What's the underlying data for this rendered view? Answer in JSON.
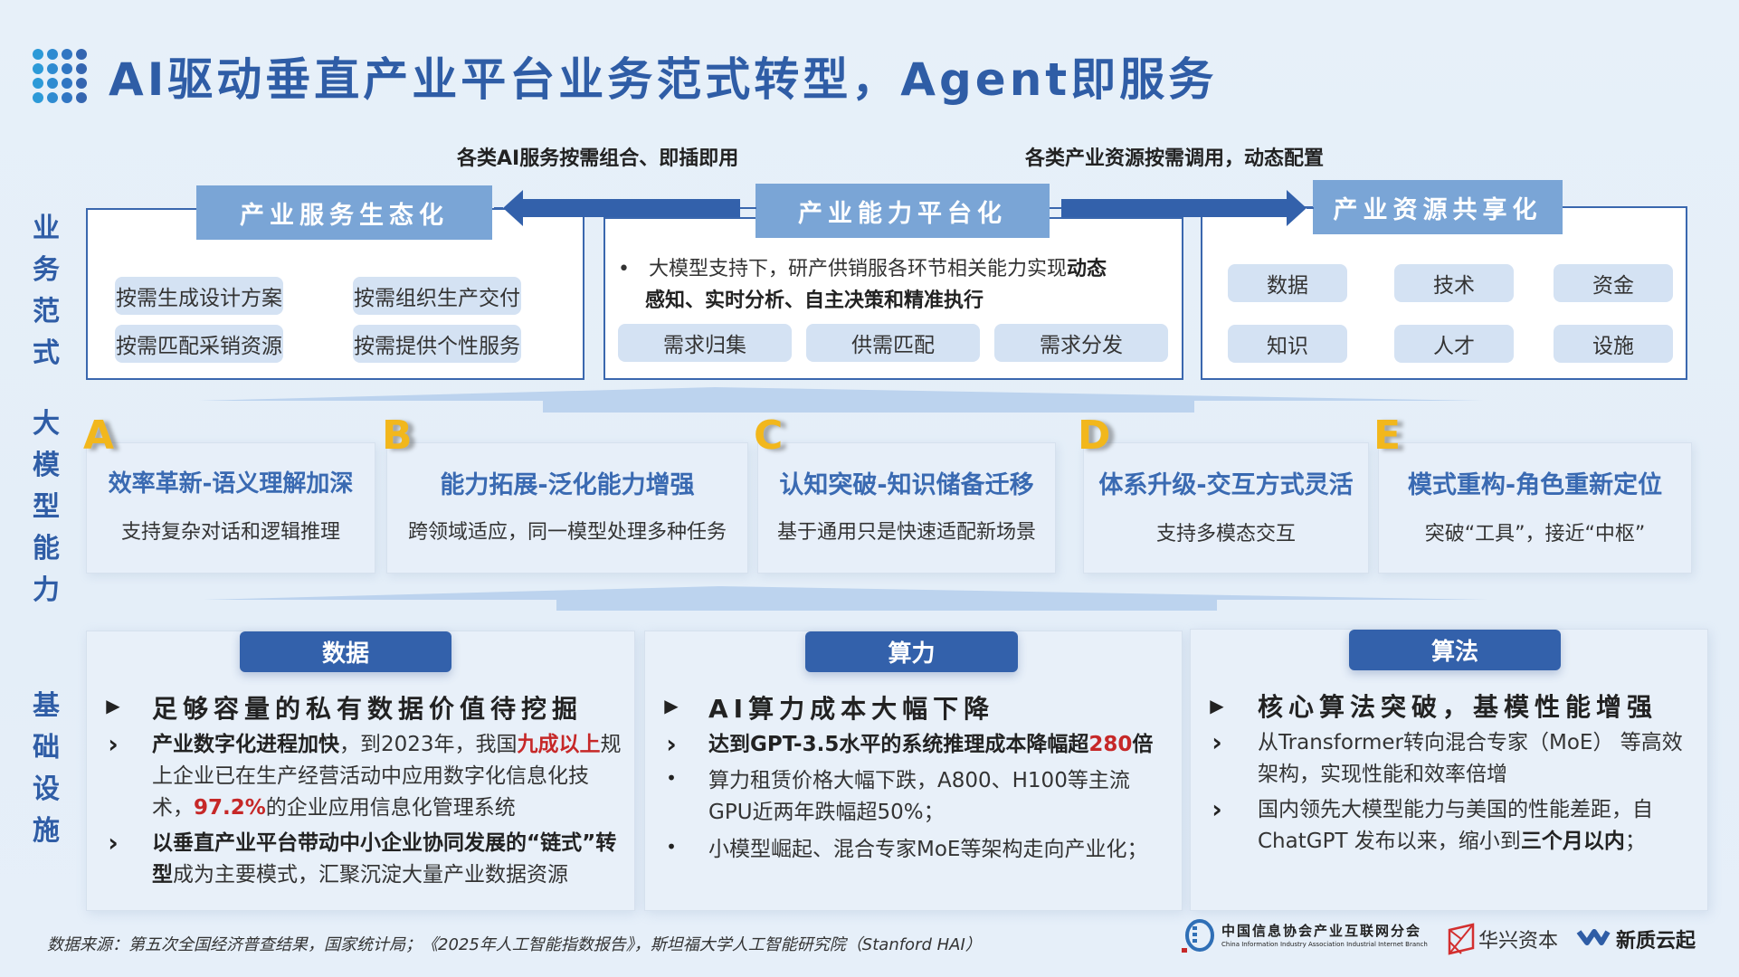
{
  "title": "AI驱动垂直产业平台业务范式转型，Agent即服务",
  "side_labels": {
    "business_model": [
      "业",
      "务",
      "范",
      "式"
    ],
    "model_capability": [
      "大",
      "模",
      "型",
      "能",
      "力"
    ],
    "infrastructure": [
      "基",
      "础",
      "设",
      "施"
    ]
  },
  "top_subtitles": {
    "left": "各类AI服务按需组合、即插即用",
    "right": "各类产业资源按需调用，动态配置"
  },
  "business_panels": {
    "service_ecology": {
      "header": "产业服务生态化",
      "chips": [
        "按需生成设计方案",
        "按需组织生产交付",
        "按需匹配采销资源",
        "按需提供个性服务"
      ]
    },
    "capability_platform": {
      "header": "产业能力平台化",
      "bullet_normal": "大模型支持下，研产供销服各环节相关能力实现",
      "bullet_bold_1": "动态",
      "bullet_bold_2": "感知、实时分析、自主决策和精准执行",
      "bullet_marker": "•",
      "chips": [
        "需求归集",
        "供需匹配",
        "需求分发"
      ]
    },
    "resource_sharing": {
      "header": "产业资源共享化",
      "chips": [
        "数据",
        "技术",
        "资金",
        "知识",
        "人才",
        "设施"
      ]
    }
  },
  "capabilities": [
    {
      "letter": "A",
      "title": "效率革新-语义理解加深",
      "desc": "支持复杂对话和逻辑推理"
    },
    {
      "letter": "B",
      "title": "能力拓展-泛化能力增强",
      "desc": "跨领域适应，同一模型处理多种任务"
    },
    {
      "letter": "C",
      "title": "认知突破-知识储备迁移",
      "desc": "基于通用只是快速适配新场景"
    },
    {
      "letter": "D",
      "title": "体系升级-交互方式灵活",
      "desc": "支持多模态交互"
    },
    {
      "letter": "E",
      "title": "模式重构-角色重新定位",
      "desc": "突破“工具”，接近“中枢”"
    }
  ],
  "infrastructure": {
    "data": {
      "header": "数据",
      "lead": "足够容量的私有数据价值待挖掘",
      "p1_bold": "产业数字化进程加快",
      "p1_a": "，到2023年，我国",
      "p1_red": "九成以上",
      "p1_b": "规上企业已在生产经营活动中应用数字化信息化技术，",
      "p1_red2": "97.2%",
      "p1_c": "的企业应用信息化管理系统",
      "p2_bold": "以垂直产业平台带动中小企业协同发展的“链式”转型",
      "p2_a": "成为主要模式，汇聚沉淀大量产业数据资源"
    },
    "compute": {
      "header": "算力",
      "lead": "AI算力成本大幅下降",
      "p1_bold": "达到GPT-3.5水平的系统推理成本降幅超",
      "p1_red": "280",
      "p1_bold2": "倍",
      "p2": "算力租赁价格大幅下跌，A800、H100等主流GPU近两年跌幅超50%；",
      "p3": "小模型崛起、混合专家MoE等架构走向产业化；"
    },
    "algorithm": {
      "header": "算法",
      "lead": "核心算法突破，基模性能增强",
      "p1": "从Transformer转向混合专家（MoE） 等高效架构，实现性能和效率倍增",
      "p2_a": "国内领先大模型能力与美国的性能差距，自ChatGPT 发布以来，缩小到",
      "p2_bold": "三个月以内",
      "p2_end": "；"
    },
    "markers": {
      "lead": "▶",
      "chevron": "›",
      "dot": "•"
    }
  },
  "footnote": "数据来源：第五次全国经济普查结果，国家统计局；《2025年人工智能指数报告》，斯坦福大学人工智能研究院（Stanford HAI）",
  "logos": {
    "ciia_cn": "中国信息协会产业互联网分会",
    "ciia_en": "China Information Industry Association Industrial Internet Branch",
    "huaxing": "华兴资本",
    "xinzhi": "新质云起"
  },
  "colors": {
    "primary_blue": "#2f5da6",
    "header_light_blue": "#7aa5d6",
    "dark_blue": "#3361ab",
    "accent_yellow": "#f2b71c",
    "highlight_red": "#c62828",
    "chip_bg": "#d4e2f3"
  }
}
